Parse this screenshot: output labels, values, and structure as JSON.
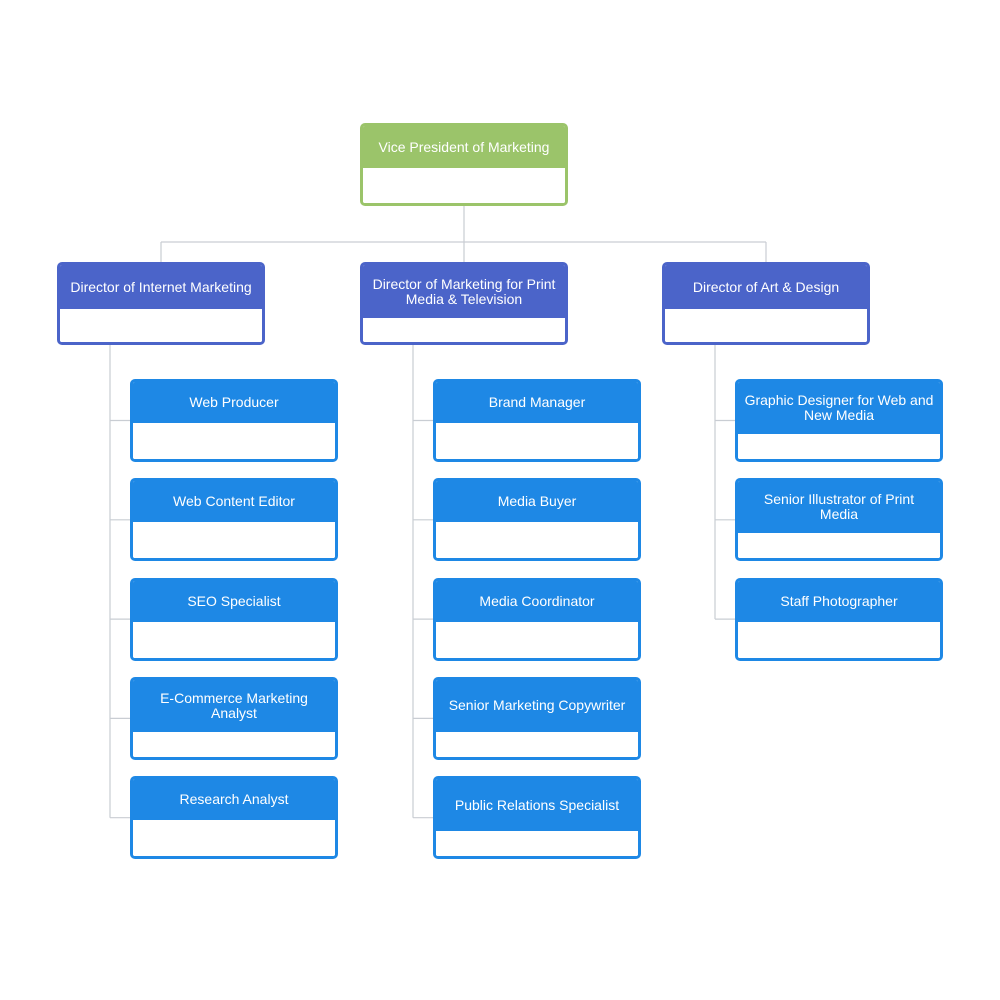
{
  "colors": {
    "vp": "#9BC46A",
    "director": "#4B64C9",
    "staff": "#1E88E5",
    "connector": "#C9CDD3"
  },
  "org": {
    "vp": {
      "title": "Vice President of Marketing"
    },
    "directors": [
      {
        "title": "Director of Internet Marketing",
        "reports": [
          "Web Producer",
          "Web Content Editor",
          "SEO Specialist",
          "E-Commerce Marketing Analyst",
          "Research Analyst"
        ]
      },
      {
        "title": "Director of Marketing for Print Media & Television",
        "reports": [
          "Brand Manager",
          "Media Buyer",
          "Media Coordinator",
          "Senior Marketing Copywriter",
          "Public Relations Specialist"
        ]
      },
      {
        "title": "Director of Art & Design",
        "reports": [
          "Graphic Designer for Web and New Media",
          "Senior Illustrator of Print Media",
          "Staff Photographer"
        ]
      }
    ]
  }
}
